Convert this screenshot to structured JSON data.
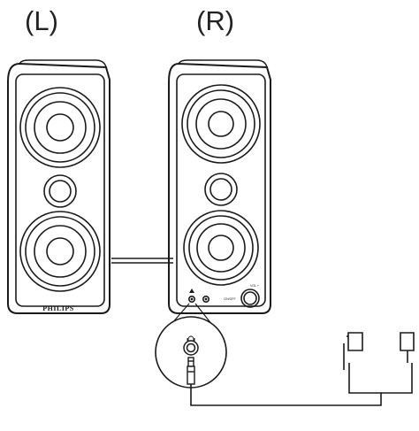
{
  "labels": {
    "left": "(L)",
    "right": "(R)"
  },
  "left_speaker": {
    "brand": "PHILIPS"
  },
  "right_speaker": {
    "power_text": "ON/OFF",
    "volume_text": "VOL +"
  },
  "icons": {
    "headphone_port": "headphone-icon",
    "input_port": "line-in-icon",
    "plug": "audio-plug-icon",
    "headphones": "headphones-icon"
  },
  "colors": {
    "line": "#1a1a1a",
    "background": "#ffffff"
  }
}
